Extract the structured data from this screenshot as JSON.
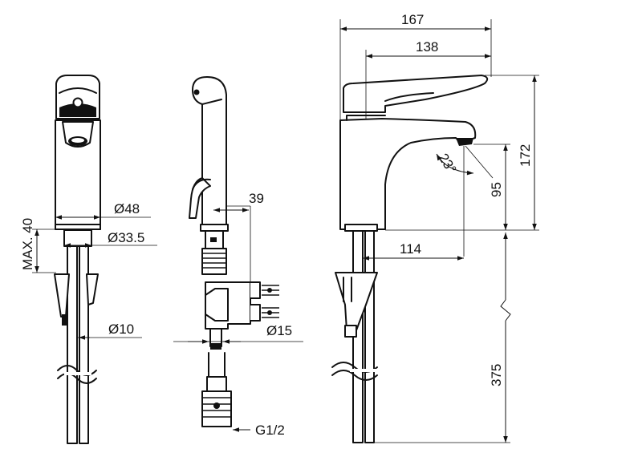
{
  "labels": {
    "d48": "Ø48",
    "d33_5": "Ø33.5",
    "d10": "Ø10",
    "max40": "MAX. 40",
    "w39": "39",
    "d15": "Ø15",
    "g12": "G1/2",
    "w167": "167",
    "w138": "138",
    "h172": "172",
    "a23": "23°",
    "h95": "95",
    "w114": "114",
    "h375": "375"
  }
}
